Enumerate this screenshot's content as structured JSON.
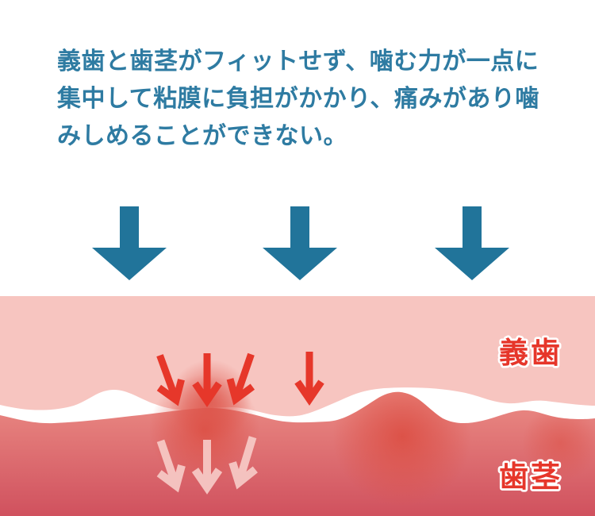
{
  "headline": {
    "lines": [
      "義歯と歯茎がフィットせず、噛む力が一点に",
      "集中して粘膜に負担がかかり、痛みがあり噛",
      "みしめることができない。"
    ],
    "text_color": "#2e7ba2"
  },
  "bite_force_arrows": {
    "color": "#21749a",
    "count": 3
  },
  "illustration": {
    "denture_label": "義歯",
    "gum_label": "歯茎",
    "label_color": "#e6362a",
    "denture_color": "#f7c5c0",
    "gum_top_color": "#ec8e86",
    "gum_bottom_color": "#d0515e",
    "gap_color": "#ffffff",
    "pressure_spot_color": "#dc4f44",
    "stress_arrow_color": "#e6372a",
    "relief_arrow_color": "#f8cdc9"
  }
}
